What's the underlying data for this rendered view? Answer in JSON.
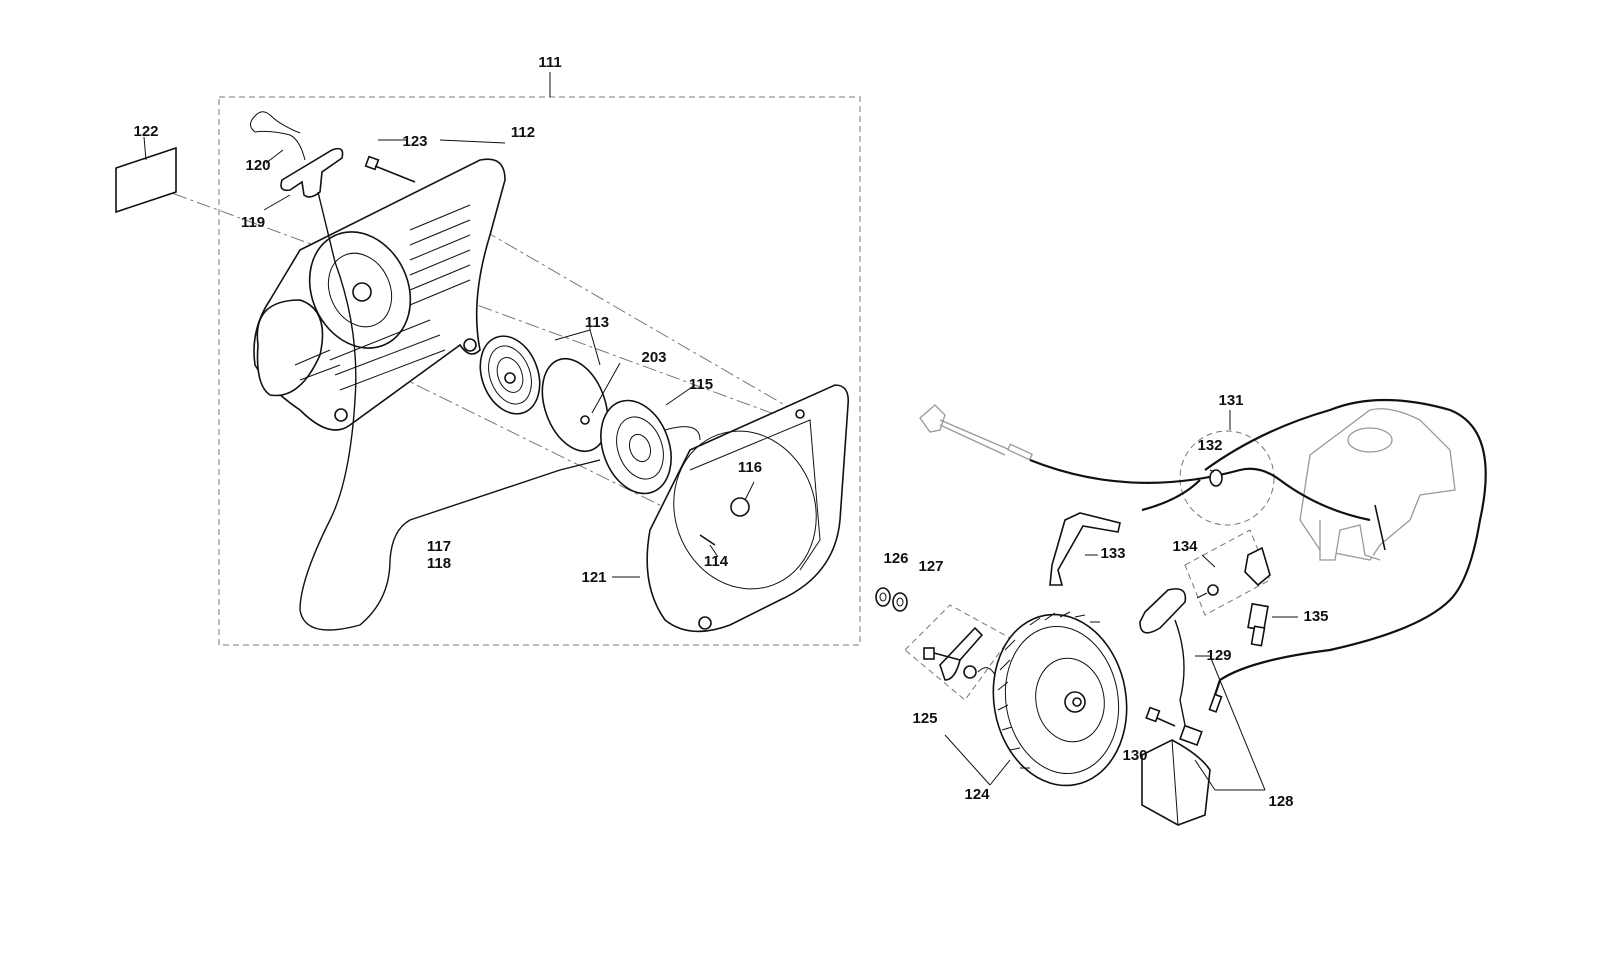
{
  "labels": {
    "l111": "111",
    "l112": "112",
    "l113": "113",
    "l114": "114",
    "l115": "115",
    "l116": "116",
    "l117": "117",
    "l118": "118",
    "l119": "119",
    "l120": "120",
    "l121": "121",
    "l122": "122",
    "l123": "123",
    "l124": "124",
    "l125": "125",
    "l126": "126",
    "l127": "127",
    "l128": "128",
    "l129": "129",
    "l130": "130",
    "l131": "131",
    "l132": "132",
    "l133": "133",
    "l134": "134",
    "l135": "135",
    "l203": "203"
  }
}
